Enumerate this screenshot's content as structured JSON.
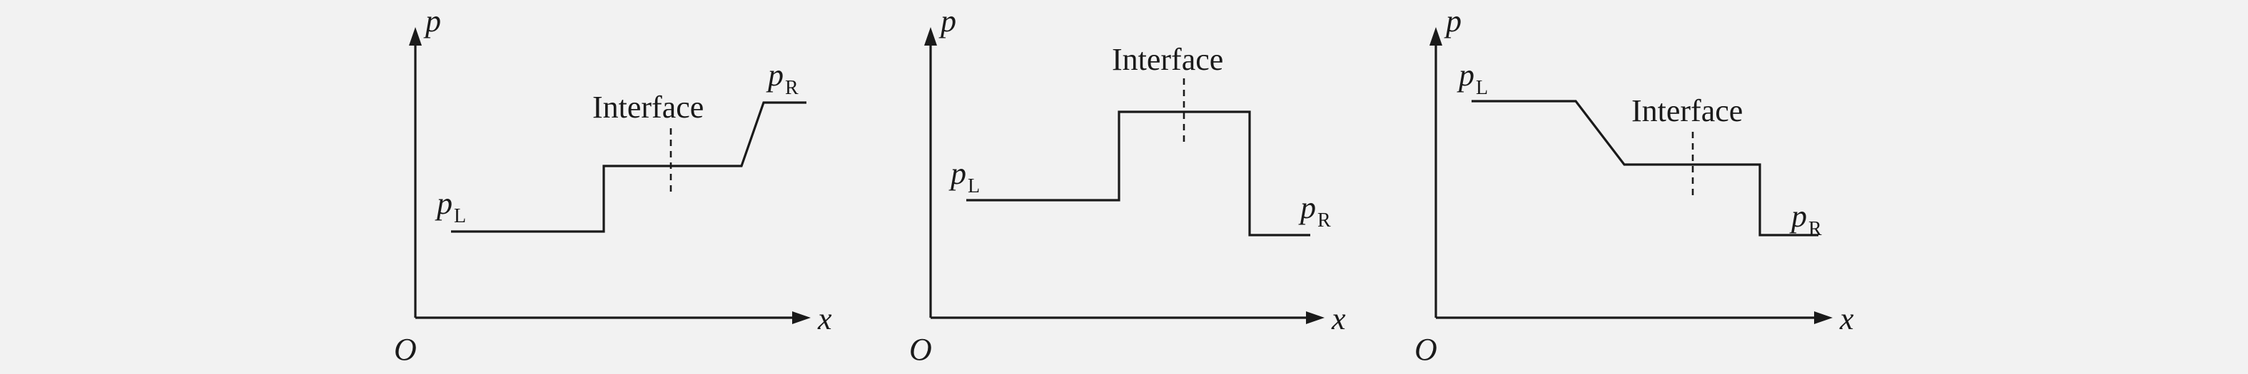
{
  "panels": [
    {
      "origin_label": "O",
      "x_axis_label": "x",
      "y_axis_label": "p",
      "left_label": {
        "var": "p",
        "sub": "L"
      },
      "right_label": {
        "var": "p",
        "sub": "R"
      },
      "interface_label": "Interface"
    },
    {
      "origin_label": "O",
      "x_axis_label": "x",
      "y_axis_label": "p",
      "left_label": {
        "var": "p",
        "sub": "L"
      },
      "right_label": {
        "var": "p",
        "sub": "R"
      },
      "interface_label": "Interface"
    },
    {
      "origin_label": "O",
      "x_axis_label": "x",
      "y_axis_label": "p",
      "left_label": {
        "var": "p",
        "sub": "L"
      },
      "right_label": {
        "var": "p",
        "sub": "R"
      },
      "interface_label": "Interface"
    }
  ]
}
